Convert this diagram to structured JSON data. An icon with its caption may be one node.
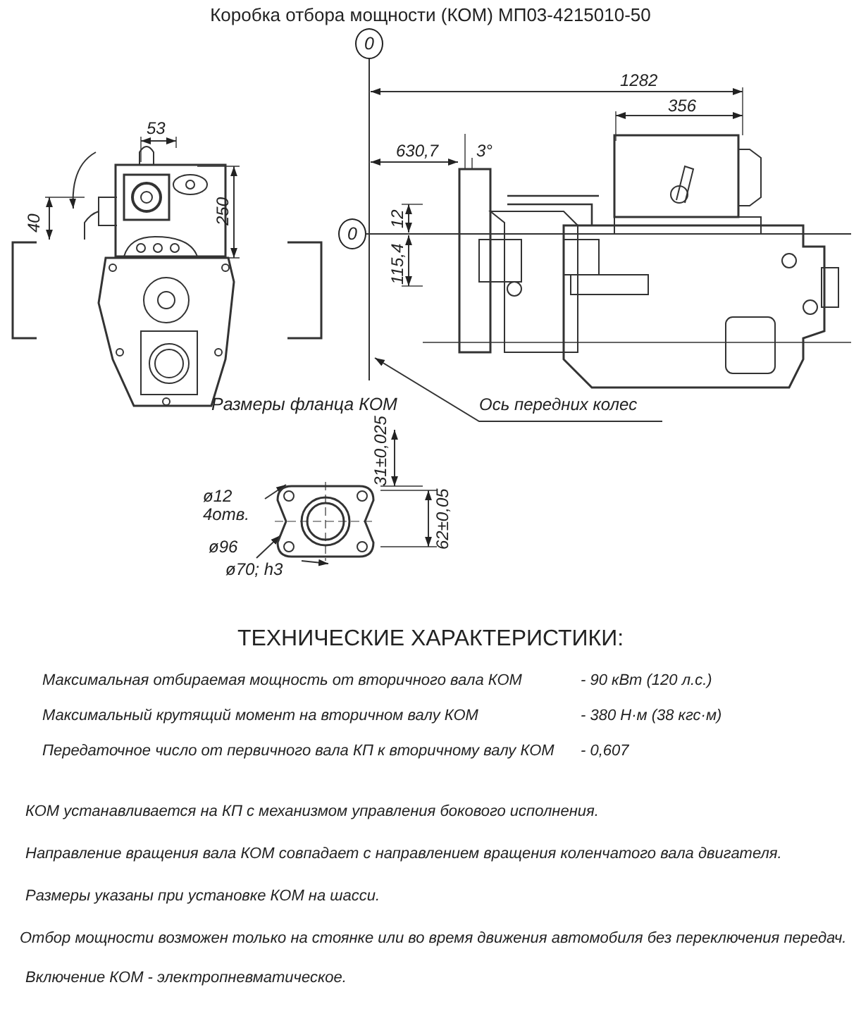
{
  "diagram": {
    "title": "Коробка отбора мощности (КОМ) МП03-4215010-50",
    "nodes": [
      {
        "text": [
          "Ось передних колес"
        ]
      },
      {
        "text": [],
        "shape": "picture"
      },
      {
        "text": [
          "ø12",
          "4отв."
        ]
      },
      {
        "text": [
          "ø96"
        ]
      },
      {
        "text": [
          "ø70; h3"
        ]
      }
    ],
    "edges": [
      {
        "from": 0,
        "to": null,
        "arrow": "to"
      },
      {
        "from": 2,
        "to": 1,
        "arrow": "to"
      },
      {
        "from": 3,
        "to": 1,
        "arrow": "to"
      },
      {
        "from": 4,
        "to": 1,
        "arrow": "to"
      }
    ],
    "labels": [
      "0",
      "1282",
      "356",
      "630,7",
      "3°",
      "12",
      "115,4",
      "0",
      "53",
      "40",
      "250",
      "Размеры фланца КОМ",
      "31±0,025",
      "62±0,05",
      "ТЕХНИЧЕСКИЕ ХАРАКТЕРИСТИКИ:",
      "Максимальная отбираемая мощность от вторичного вала КОМ",
      "- 90 кВт (120 л.с.)",
      "Максимальный крутящий момент на вторичном валу КОМ",
      "- 380 Н·м (38 кгс·м)",
      "Передаточное число от первичного вала КП к вторичному валу КОМ",
      "- 0,607",
      "КОМ устанавливается на КП с механизмом управления бокового исполнения.",
      "Направление вращения вала КОМ совпадает с направлением вращения коленчатого вала двигателя.",
      "Размеры указаны при установке КОМ на шасси.",
      "Отбор мощности возможен только на стоянке или во время движения автомобиля без переключения передач.",
      "Включение КОМ - электропневматическое."
    ]
  }
}
